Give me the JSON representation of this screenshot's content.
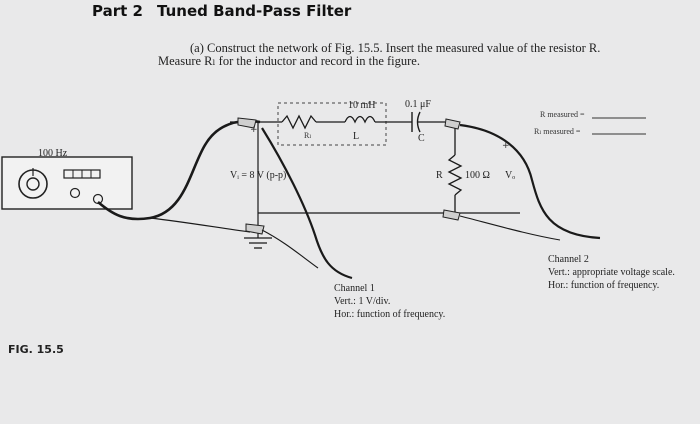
{
  "header": {
    "part": "Part 2",
    "title": "Tuned Band-Pass Filter"
  },
  "instructions": {
    "line1": "(a) Construct the network of Fig. 15.5. Insert the measured value of the resistor R.",
    "line2": "Measure Rₗ for the inductor and record in the figure."
  },
  "circuit": {
    "source_freq": "100 Hz",
    "inductor_value": "10 mH",
    "inductor_symbol": "L",
    "inductor_res_symbol": "Rₗ",
    "capacitor_value": "0.1 μF",
    "capacitor_symbol": "C",
    "resistor_symbol": "R",
    "resistor_value": "100 Ω",
    "vout_label": "Vₒ",
    "vin_label": "Vᵢ = 8 V (p-p)",
    "measured_r_label": "R measured =",
    "measured_rl_label": "Rₗ measured =",
    "colors": {
      "wire": "#1a1a1a",
      "dashed": "#444444",
      "device": "#f2f2f2"
    }
  },
  "channel1": {
    "title": "Channel 1",
    "vert": "Vert.: 1 V/div.",
    "hor": "Hor.: function of frequency."
  },
  "channel2": {
    "title": "Channel 2",
    "vert": "Vert.: appropriate voltage scale.",
    "hor": "Hor.: function of frequency."
  },
  "figure_label": "FIG. 15.5"
}
